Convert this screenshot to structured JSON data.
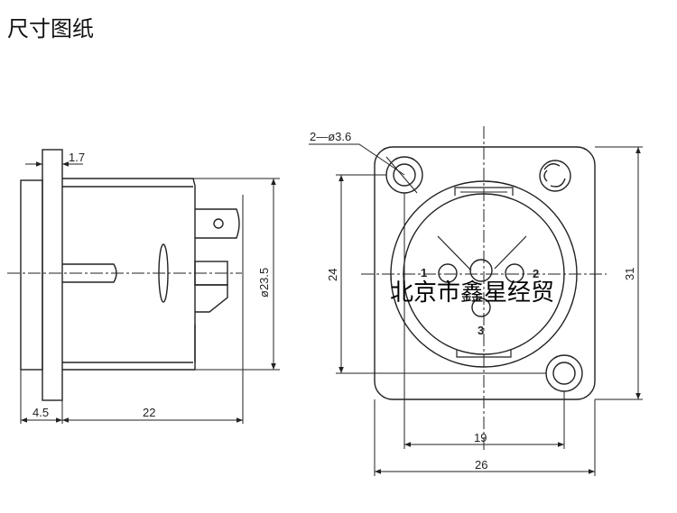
{
  "title": "尺寸图纸",
  "watermark": "北京市鑫星经贸",
  "dimensions": {
    "flange_thickness": "1.7",
    "front_depth": "4.5",
    "body_length": "22",
    "body_diameter": "ø23.5",
    "mount_holes": "2—ø3.6",
    "hole_spacing_vertical": "24",
    "panel_height": "31",
    "hole_spacing_horizontal": "19",
    "panel_width": "26"
  },
  "pins": [
    "1",
    "2",
    "3"
  ],
  "colors": {
    "line": "#222222",
    "background": "#ffffff"
  }
}
